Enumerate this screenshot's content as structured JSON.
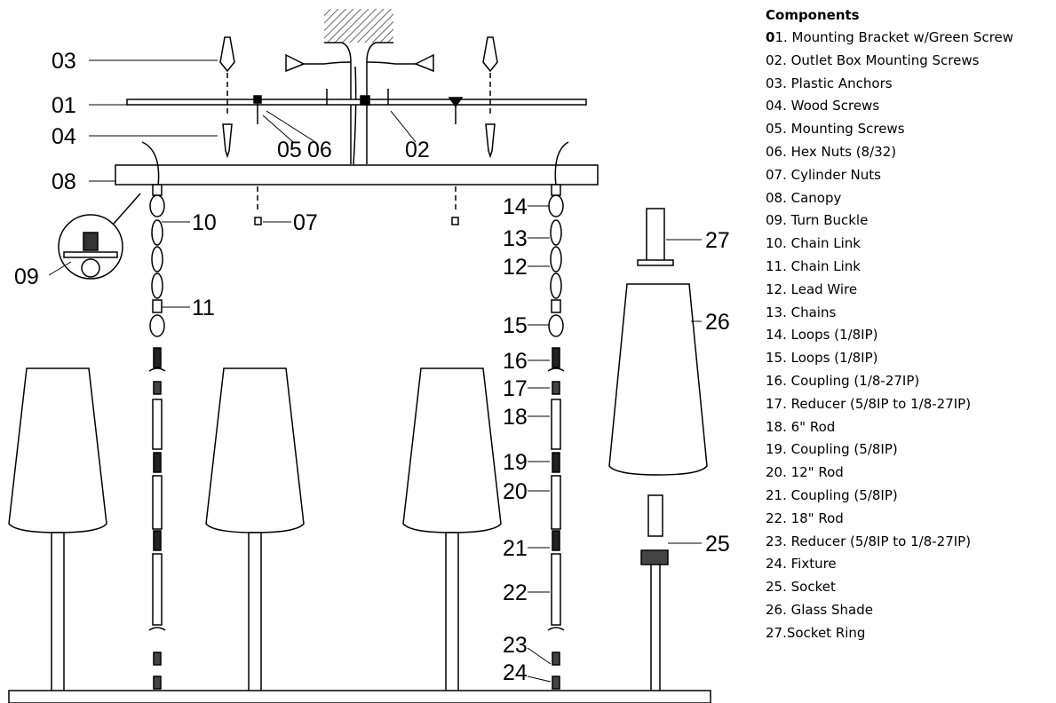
{
  "components": {
    "title": "Components",
    "items": [
      {
        "num_bold": "0",
        "text": "1. Mounting Bracket w/Green Screw"
      },
      {
        "num_bold": "",
        "text": "02. Outlet Box Mounting Screws"
      },
      {
        "num_bold": "",
        "text": "03. Plastic Anchors"
      },
      {
        "num_bold": "",
        "text": "04. Wood Screws"
      },
      {
        "num_bold": "",
        "text": "05. Mounting Screws"
      },
      {
        "num_bold": "",
        "text": "06. Hex Nuts (8/32)"
      },
      {
        "num_bold": "",
        "text": "07. Cylinder Nuts"
      },
      {
        "num_bold": "",
        "text": "08. Canopy"
      },
      {
        "num_bold": "",
        "text": "09. Turn Buckle"
      },
      {
        "num_bold": "",
        "text": "10. Chain Link"
      },
      {
        "num_bold": "",
        "text": "11. Chain Link"
      },
      {
        "num_bold": "",
        "text": "12. Lead Wire"
      },
      {
        "num_bold": "",
        "text": "13. Chains"
      },
      {
        "num_bold": "",
        "text": "14. Loops (1/8IP)"
      },
      {
        "num_bold": "",
        "text": "15. Loops (1/8IP)"
      },
      {
        "num_bold": "",
        "text": "16. Coupling (1/8-27IP)"
      },
      {
        "num_bold": "",
        "text": "17. Reducer (5/8IP to 1/8-27IP)"
      },
      {
        "num_bold": "",
        "text": "18. 6\" Rod"
      },
      {
        "num_bold": "",
        "text": "19. Coupling (5/8IP)"
      },
      {
        "num_bold": "",
        "text": "20. 12\" Rod"
      },
      {
        "num_bold": "",
        "text": "21. Coupling (5/8IP)"
      },
      {
        "num_bold": "",
        "text": "22. 18\" Rod"
      },
      {
        "num_bold": "",
        "text": "23. Reducer (5/8IP to 1/8-27IP)"
      },
      {
        "num_bold": "",
        "text": "24. Fixture"
      },
      {
        "num_bold": "",
        "text": "25. Socket"
      },
      {
        "num_bold": "",
        "text": "26. Glass Shade"
      },
      {
        "num_bold": "",
        "text": "27.Socket Ring"
      }
    ]
  },
  "callouts": {
    "c01": "01",
    "c02": "02",
    "c03": "03",
    "c04": "04",
    "c05": "05",
    "c06": "06",
    "c07": "07",
    "c08": "08",
    "c09": "09",
    "c10": "10",
    "c11": "11",
    "c12": "12",
    "c13": "13",
    "c14": "14",
    "c15": "15",
    "c16": "16",
    "c17": "17",
    "c18": "18",
    "c19": "19",
    "c20": "20",
    "c21": "21",
    "c22": "22",
    "c23": "23",
    "c24": "24",
    "c25": "25",
    "c26": "26",
    "c27": "27"
  },
  "colors": {
    "line": "#000000",
    "background": "#ffffff",
    "hatch": "#666666"
  }
}
